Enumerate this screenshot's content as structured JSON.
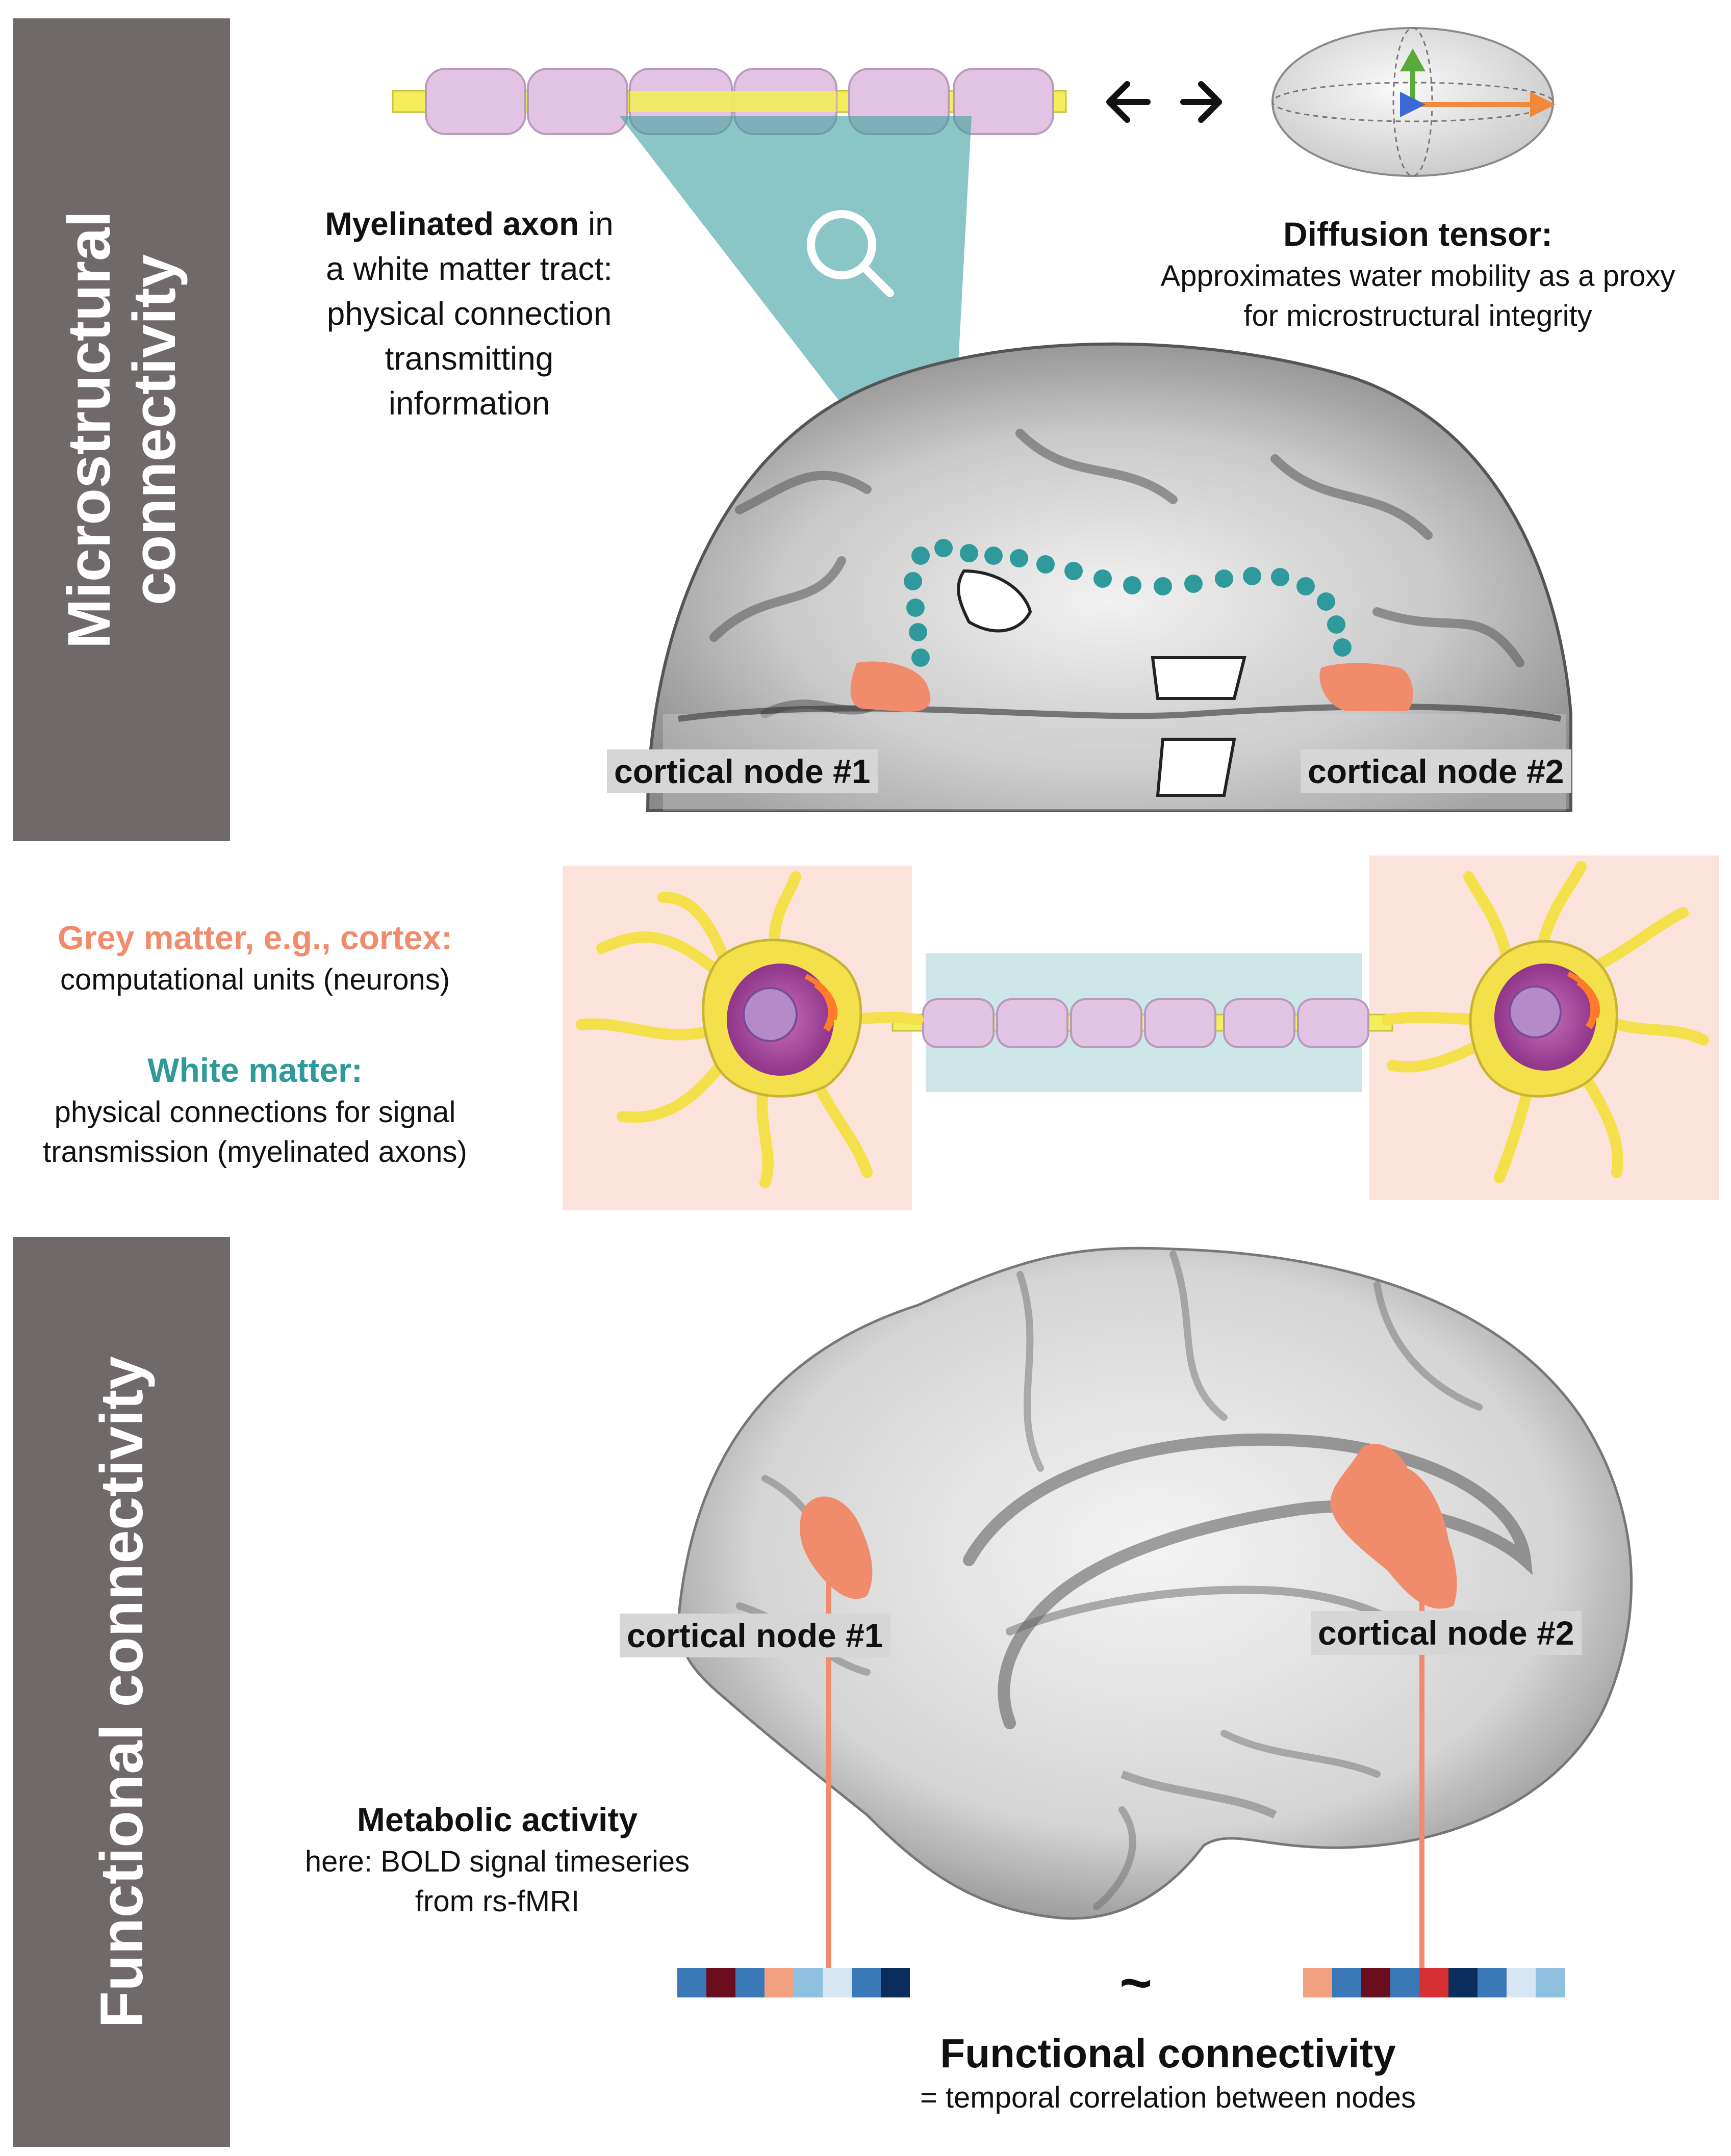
{
  "sections": {
    "micro_line1": "Microstructural",
    "micro_line2": "connectivity",
    "functional": "Functional connectivity"
  },
  "axon_label": {
    "bold": "Myelinated axon",
    "rest1": " in",
    "line2": "a white matter tract:",
    "line3": "physical connection",
    "line4": "transmitting",
    "line5": "information"
  },
  "tensor_label": {
    "title": "Diffusion tensor:",
    "line1": "Approximates water mobility as a proxy",
    "line2": "for microstructural integrity"
  },
  "arrows_symbol": "← →",
  "nodes": {
    "node1": "cortical node #1",
    "node2": "cortical node #2"
  },
  "legend": {
    "grey_title": "Grey matter, e.g., cortex:",
    "grey_desc": "computational units (neurons)",
    "white_title": "White matter:",
    "white_desc1": "physical connections for signal",
    "white_desc2": "transmission (myelinated axons)"
  },
  "metabolic": {
    "title": "Metabolic activity",
    "line1": "here: BOLD signal timeseries",
    "line2": "from rs-fMRI"
  },
  "tilde": "~",
  "fc": {
    "title": "Functional connectivity",
    "desc": "= temporal correlation between nodes"
  },
  "colors": {
    "teal": "#2f9a9c",
    "salmon": "#f08c6c",
    "myelin": "#e2c3e4",
    "axon_core": "#f3ee5a",
    "panel_bg": "#fbe3dc",
    "bar_grey": "#6f6a69"
  },
  "timeseries": {
    "left": [
      "#3a78b8",
      "#6a0d1e",
      "#3a78b8",
      "#f1a080",
      "#8fc0e0",
      "#d7e6f2",
      "#3a78b8",
      "#0b2d5c"
    ],
    "right": [
      "#f1a080",
      "#3a78b8",
      "#6a0d1e",
      "#3a78b8",
      "#d62f34",
      "#0b2d5c",
      "#3a78b8",
      "#d7e6f2",
      "#8fc0e0"
    ]
  }
}
